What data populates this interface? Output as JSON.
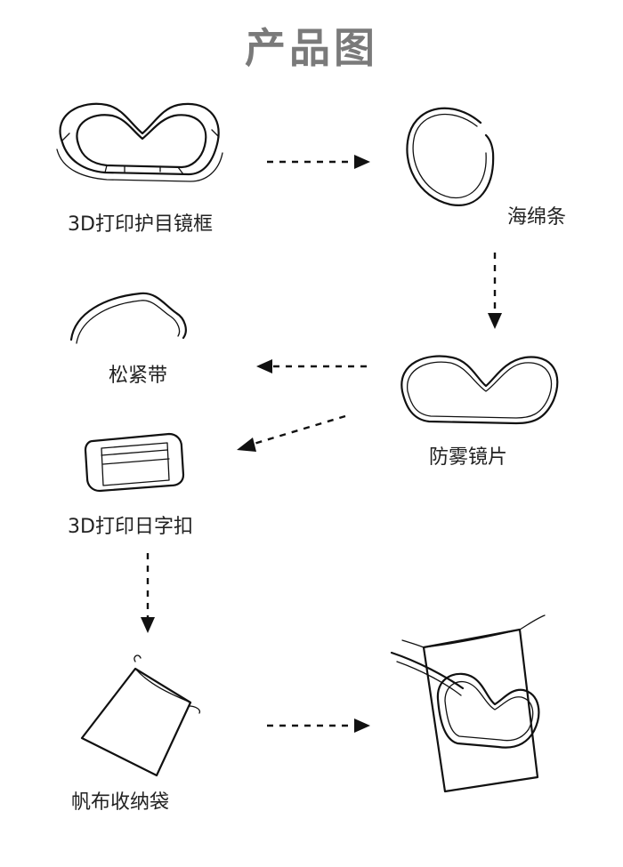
{
  "title": "产品图",
  "items": {
    "frame": "3D打印护目镜框",
    "sponge": "海绵条",
    "strap": "松紧带",
    "lens": "防雾镜片",
    "buckle": "3D打印日字扣",
    "bag": "帆布收纳袋"
  }
}
